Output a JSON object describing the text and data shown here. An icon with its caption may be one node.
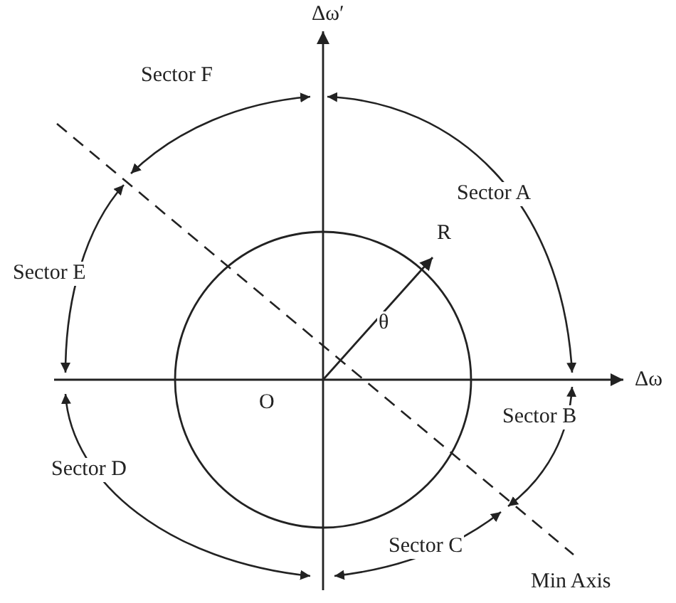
{
  "diagram": {
    "labels": [
      "Δω′",
      "Sector F",
      "Sector A",
      "R",
      "Sector E",
      "θ",
      "Δω",
      "O",
      "Sector B",
      "Sector D",
      "Sector C",
      "Min Axis"
    ]
  }
}
